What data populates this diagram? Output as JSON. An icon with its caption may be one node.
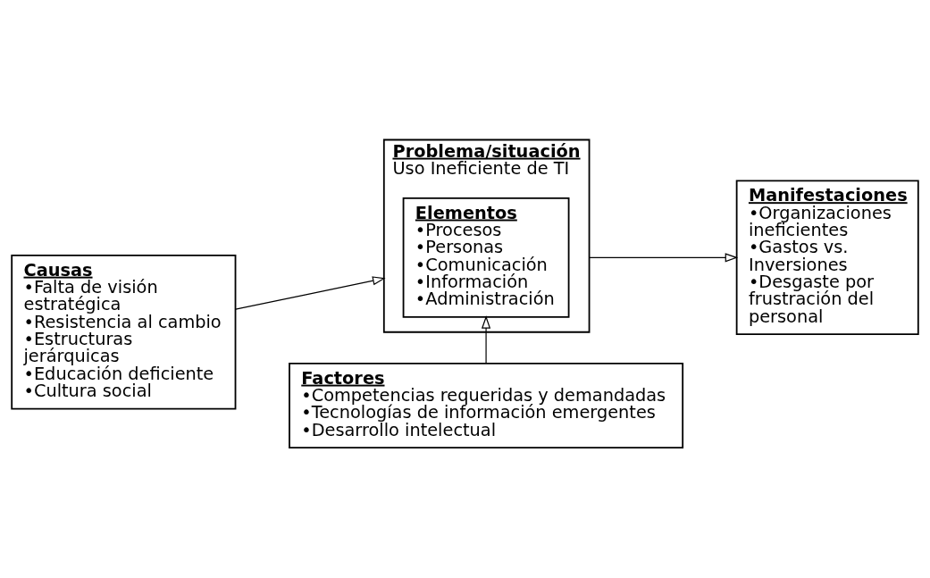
{
  "diagram": {
    "nodes": [
      {
        "text": [
          "Causas",
          "•Falta de visión estratégica",
          "•Resistencia al cambio",
          "•Estructuras jerárquicas",
          "•Educación deficiente",
          "•Cultura social"
        ]
      },
      {
        "text": [
          "Problema/situación",
          "Uso Ineficiente de TI"
        ]
      },
      {
        "text": [
          "Elementos",
          "•Procesos",
          "•Personas",
          "•Comunicación",
          "•Información",
          "•Administración"
        ],
        "in": 1
      },
      {
        "text": [
          "Manifestaciones",
          "•Organizaciones ineficientes",
          "•Gastos vs. Inversiones",
          "•Desgaste por frustración del personal"
        ]
      },
      {
        "text": [
          "Factores",
          "•Competencias requeridas y demandadas",
          "•Tecnologías de información emergentes",
          "•Desarrollo intelectual"
        ]
      }
    ],
    "edges": [
      {
        "from": 0,
        "to": 1,
        "arrow": "to"
      },
      {
        "from": 1,
        "to": 3,
        "arrow": "to"
      },
      {
        "from": 4,
        "to": 2,
        "arrow": "to"
      }
    ]
  }
}
